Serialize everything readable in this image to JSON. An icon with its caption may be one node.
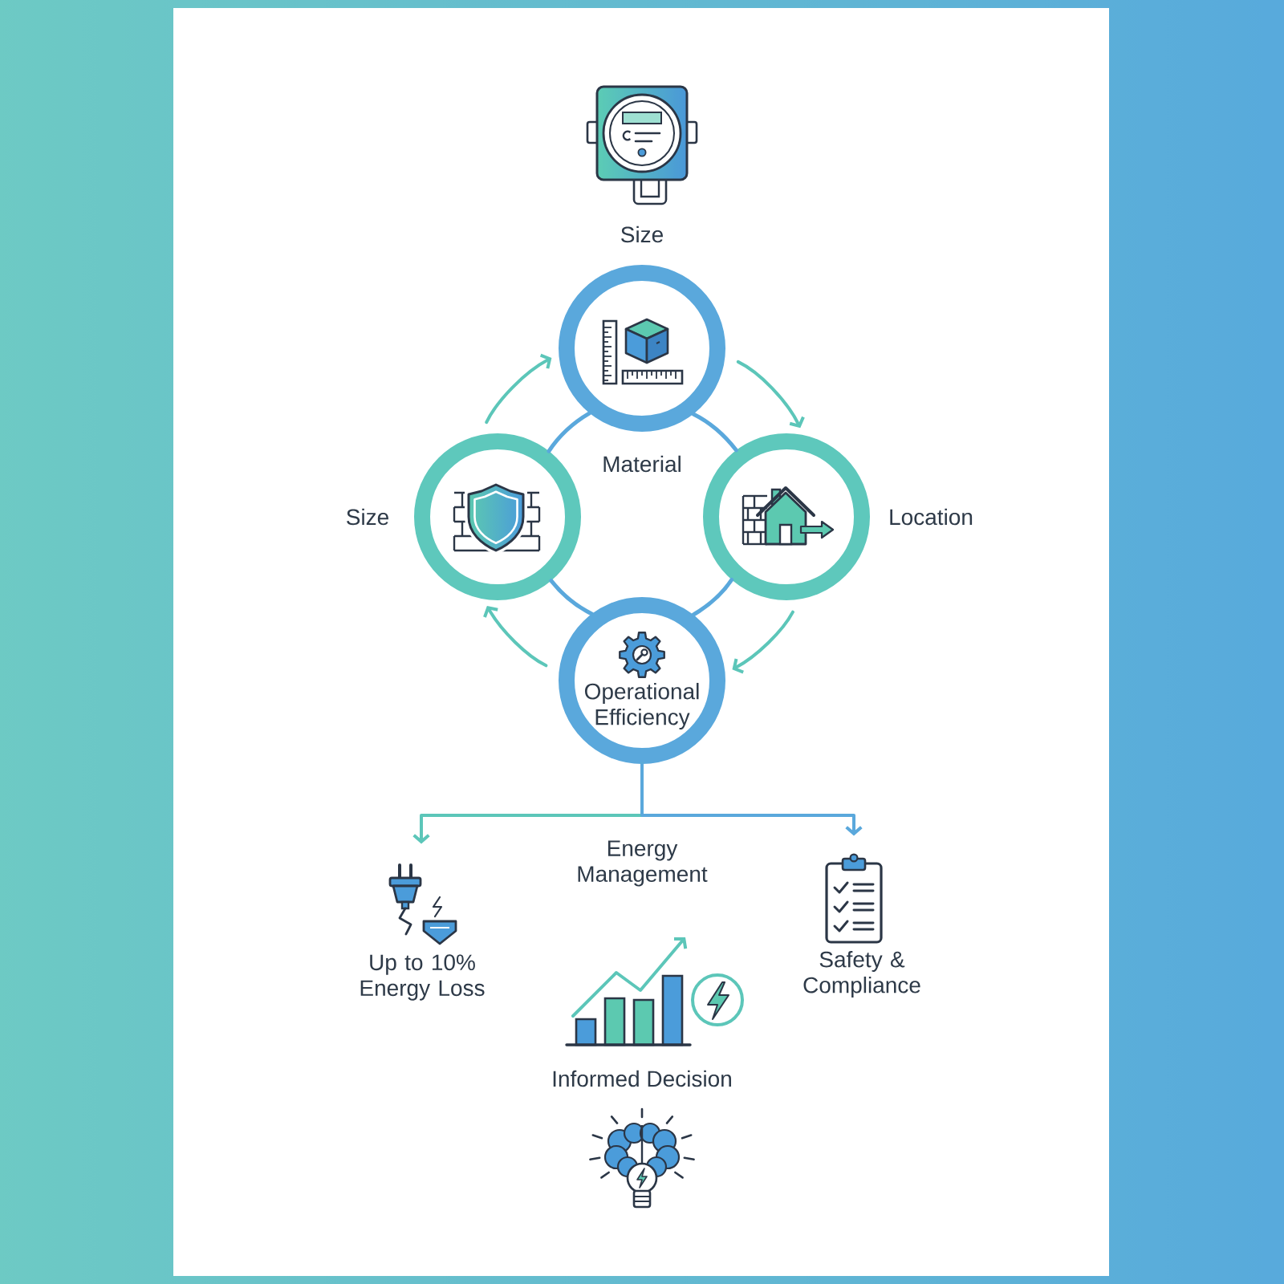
{
  "diagram": {
    "nodes": [
      {
        "text": [],
        "shape": "circle",
        "beside": [
          "Material"
        ]
      },
      {
        "text": [],
        "shape": "circle",
        "beside": [
          "Size"
        ]
      },
      {
        "text": [],
        "shape": "circle",
        "beside": [
          "Location"
        ]
      },
      {
        "text": [
          "Operational Efficiency"
        ]
      },
      {
        "text": [],
        "shape": "picture",
        "beside": [
          "Up to 10% Energy Loss"
        ]
      },
      {
        "text": [],
        "shape": "picture",
        "beside": [
          "Safety & Compliance"
        ]
      }
    ],
    "edges": [
      {
        "from": 1,
        "to": 0,
        "arrow": "to"
      },
      {
        "from": 0,
        "to": 2,
        "arrow": "to"
      },
      {
        "from": 2,
        "to": 3,
        "arrow": "to"
      },
      {
        "from": 3,
        "to": 1,
        "arrow": "to"
      },
      {
        "from": 0,
        "to": 1,
        "arrow": "none",
        "color": "#5aa8dc"
      },
      {
        "from": 0,
        "to": 2,
        "arrow": "none",
        "color": "#5aa8dc"
      },
      {
        "from": 2,
        "to": 3,
        "arrow": "none",
        "color": "#5aa8dc"
      },
      {
        "from": 1,
        "to": 3,
        "arrow": "none",
        "color": "#5aa8dc"
      },
      {
        "from": 3,
        "to": 4,
        "arrow": "to"
      },
      {
        "from": 3,
        "to": 5,
        "arrow": "to",
        "color": "#5aa8dc"
      }
    ],
    "labels": [
      "Size",
      "Energy Management",
      "Informed Decision"
    ]
  }
}
